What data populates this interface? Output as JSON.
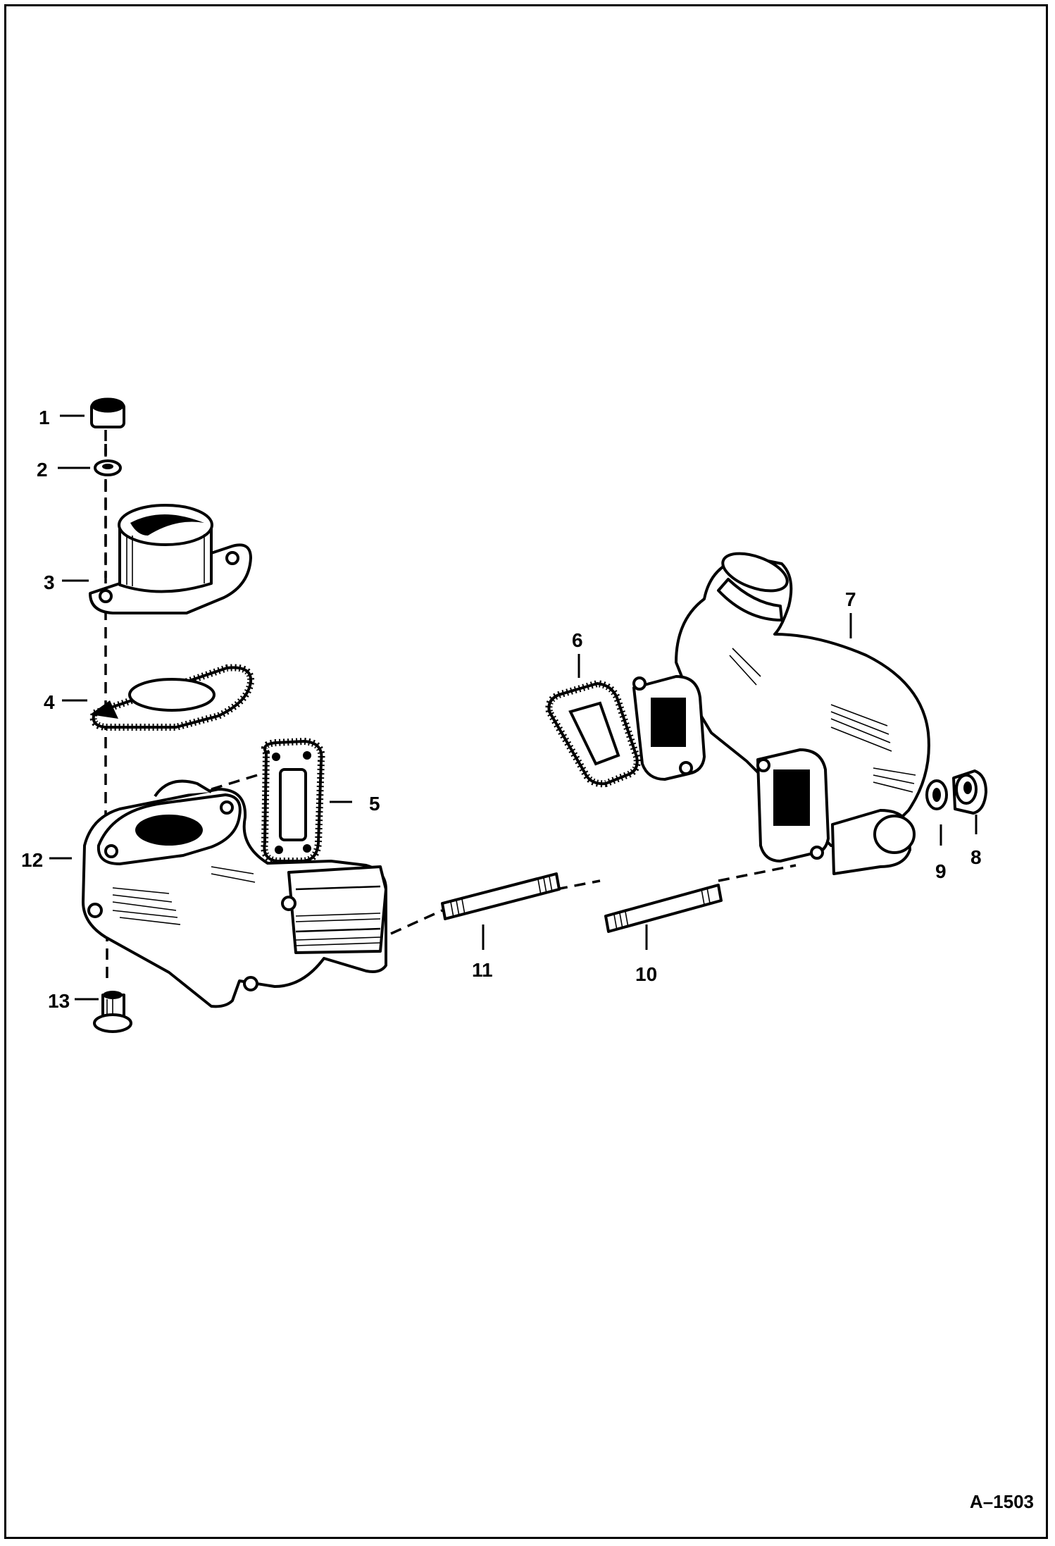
{
  "callouts": [
    {
      "id": "c1",
      "label": "1"
    },
    {
      "id": "c2",
      "label": "2"
    },
    {
      "id": "c3",
      "label": "3"
    },
    {
      "id": "c4",
      "label": "4"
    },
    {
      "id": "c5",
      "label": "5"
    },
    {
      "id": "c6",
      "label": "6"
    },
    {
      "id": "c7",
      "label": "7"
    },
    {
      "id": "c8",
      "label": "8"
    },
    {
      "id": "c9",
      "label": "9"
    },
    {
      "id": "c10",
      "label": "10"
    },
    {
      "id": "c11",
      "label": "11"
    },
    {
      "id": "c12",
      "label": "12"
    },
    {
      "id": "c13",
      "label": "13"
    }
  ],
  "figure_ref": "A–1503"
}
